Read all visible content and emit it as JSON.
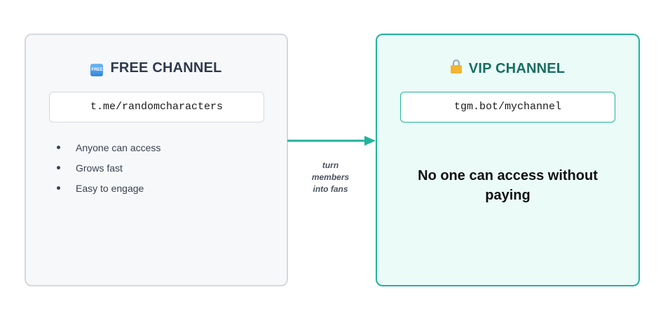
{
  "free_channel": {
    "icon": "free-badge-icon",
    "icon_text": "FREE",
    "title": "FREE CHANNEL",
    "url": "t.me/randomcharacters",
    "bullets": [
      "Anyone can access",
      "Grows fast",
      "Easy to engage"
    ]
  },
  "vip_channel": {
    "icon": "lock-icon",
    "title": "VIP CHANNEL",
    "url": "tgm.bot/mychannel",
    "message": "No one can access without paying"
  },
  "connector": {
    "label_line1": "turn",
    "label_line2": "members",
    "label_line3": "into fans",
    "color": "#22b39b"
  },
  "colors": {
    "accent": "#22b39b",
    "vip_background": "#eafbf8",
    "free_background": "#f7f8fa",
    "free_border": "#d5d9df",
    "vip_title": "#176e61"
  }
}
